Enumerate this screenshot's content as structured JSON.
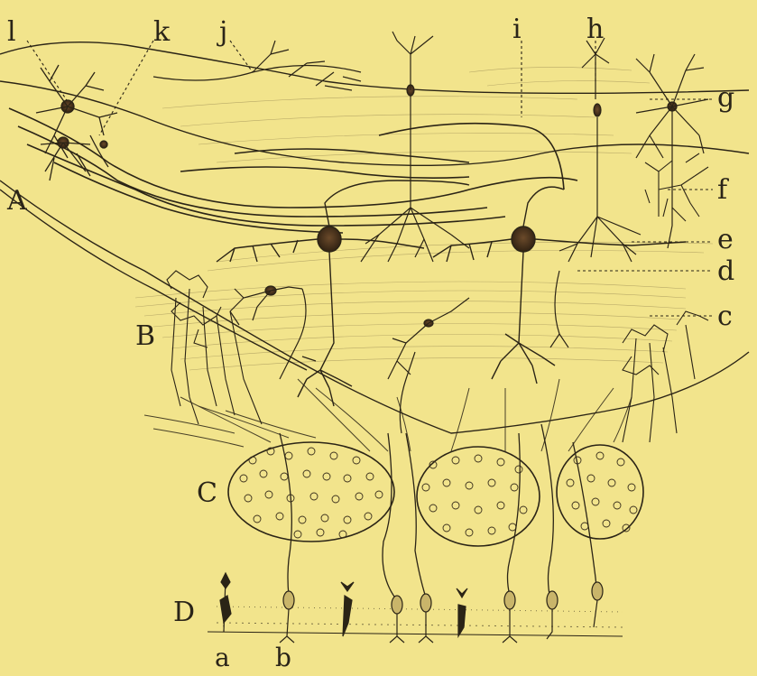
{
  "figure": {
    "background_color": "#f2e48c",
    "ink_color": "#2b2416",
    "labels": {
      "l": "l",
      "k": "k",
      "j": "j",
      "i": "i",
      "h": "h",
      "g": "g",
      "f": "f",
      "e": "e",
      "d": "d",
      "c": "c",
      "A": "A",
      "B": "B",
      "C": "C",
      "D": "D",
      "a": "a",
      "b": "b"
    }
  }
}
